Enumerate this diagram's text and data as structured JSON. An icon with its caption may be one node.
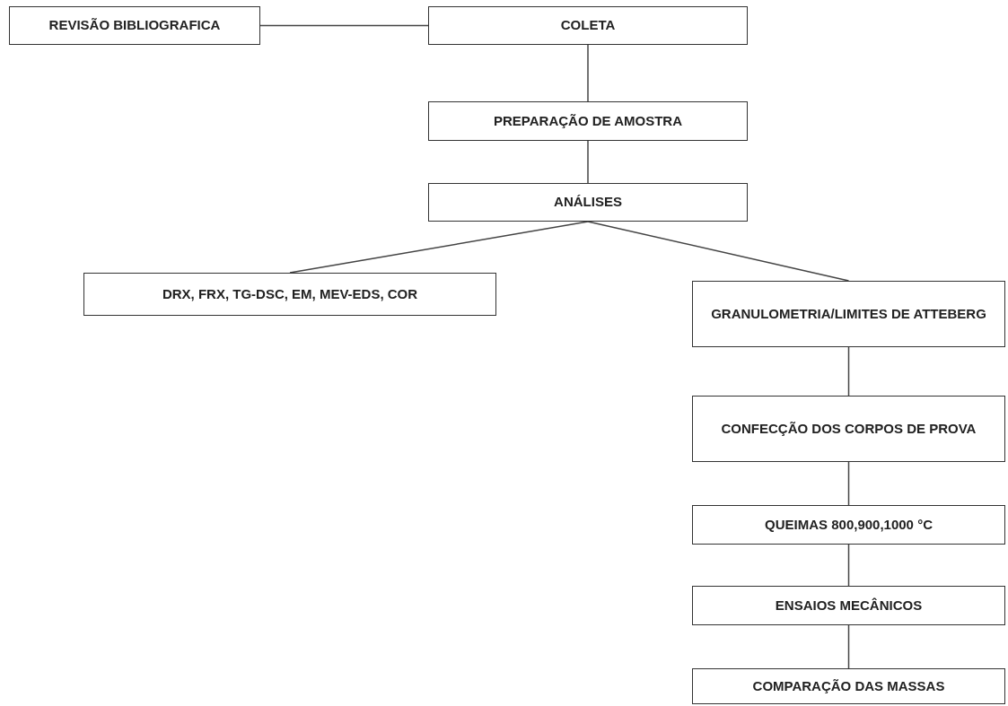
{
  "diagram": {
    "nodes": [
      {
        "text": [
          "REVISÃO BIBLIOGRAFICA"
        ]
      },
      {
        "text": [
          "COLETA"
        ]
      },
      {
        "text": [
          "PREPARAÇÃO DE AMOSTRA"
        ]
      },
      {
        "text": [
          "ANÁLISES"
        ]
      },
      {
        "text": [
          "DRX, FRX, TG-DSC, EM, MEV-EDS, COR"
        ]
      },
      {
        "text": [
          "GRANULOMETRIA/LIMITES DE ATTEBERG"
        ]
      },
      {
        "text": [
          "CONFECÇÃO DOS CORPOS DE PROVA"
        ]
      },
      {
        "text": [
          "QUEIMAS 800,900,1000 °C"
        ]
      },
      {
        "text": [
          "ENSAIOS MECÂNICOS"
        ]
      },
      {
        "text": [
          "COMPARAÇÃO DAS MASSAS"
        ]
      }
    ],
    "edges": [
      {
        "from": 0,
        "to": 1,
        "arrow": "none"
      },
      {
        "from": 1,
        "to": 2,
        "arrow": "none"
      },
      {
        "from": 2,
        "to": 3,
        "arrow": "none"
      },
      {
        "from": 3,
        "to": 4,
        "arrow": "none"
      },
      {
        "from": 3,
        "to": 5,
        "arrow": "none"
      },
      {
        "from": 5,
        "to": 6,
        "arrow": "none"
      },
      {
        "from": 6,
        "to": 7,
        "arrow": "none"
      },
      {
        "from": 7,
        "to": 8,
        "arrow": "none"
      },
      {
        "from": 8,
        "to": 9,
        "arrow": "none"
      }
    ]
  }
}
